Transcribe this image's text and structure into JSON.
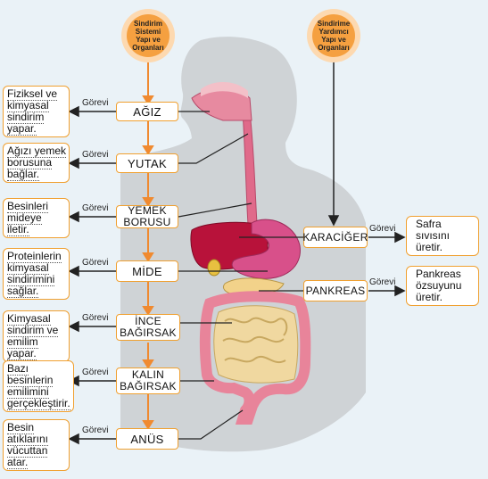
{
  "main_circle": {
    "line1": "Sindirim",
    "line2": "Sistemi",
    "line3": "Yapı ve",
    "line4": "Organları"
  },
  "helper_circle": {
    "line1": "Sindirime",
    "line2": "Yardımcı",
    "line3": "Yapı ve",
    "line4": "Organları"
  },
  "organs": [
    {
      "name": "AĞIZ",
      "task": [
        "Fiziksel ve",
        "kimyasal",
        "sindirim yapar."
      ]
    },
    {
      "name": "YUTAK",
      "task": [
        "Ağızı yemek",
        "borusuna",
        "bağlar."
      ]
    },
    {
      "name": "YEMEK BORUSU",
      "task": [
        "Besinleri",
        "mideye",
        "iletir."
      ]
    },
    {
      "name": "MİDE",
      "task": [
        "Proteinlerin",
        "kimyasal",
        "sindirimini",
        "sağlar."
      ]
    },
    {
      "name": "İNCE BAĞIRSAK",
      "task": [
        "Kimyasal",
        "sindirim ve",
        "emilim yapar."
      ]
    },
    {
      "name": "KALIN BAĞIRSAK",
      "task": [
        "Bazı",
        "besinlerin",
        "emilimini",
        "gerçekleştirir."
      ]
    },
    {
      "name": "ANÜS",
      "task": [
        "Besin",
        "atıklarını",
        "vücuttan atar."
      ]
    }
  ],
  "helpers": [
    {
      "name": "KARACİĞER",
      "task": [
        "Safra",
        "sıvısını",
        "üretir."
      ]
    },
    {
      "name": "PANKREAS",
      "task": [
        "Pankreas",
        "özsuyunu",
        "üretir."
      ]
    }
  ],
  "gorevi_label": "Görevi",
  "colors": {
    "accent": "#f5a040",
    "box_border": "#f0a030",
    "arrow": "#f08a30",
    "body": "#cfd3d6"
  }
}
